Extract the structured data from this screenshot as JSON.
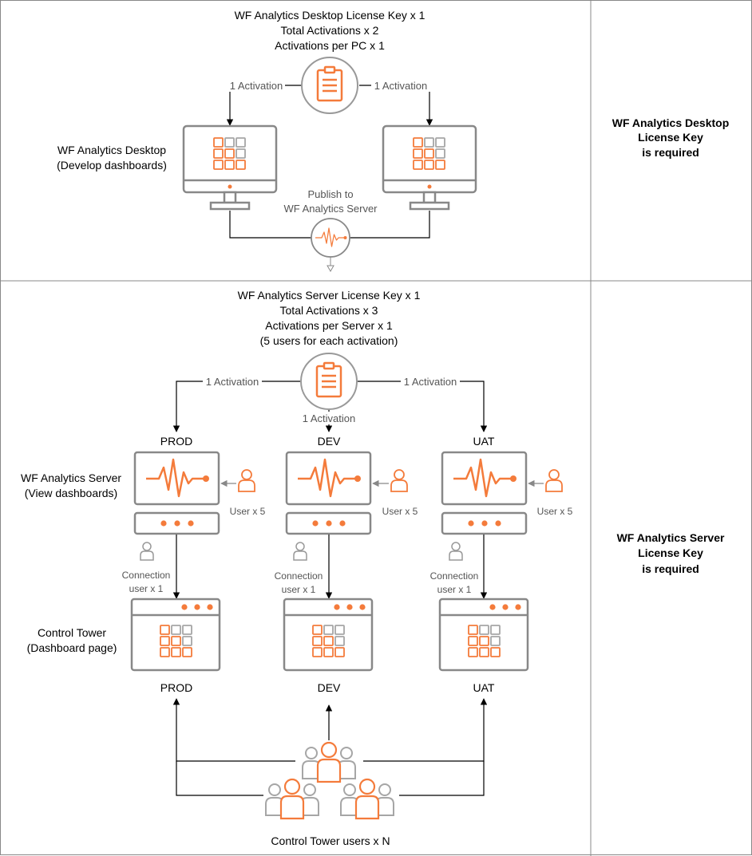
{
  "desktop": {
    "license_line1": "WF Analytics Desktop License Key x 1",
    "license_line2": "Total Activations x 2",
    "license_line3": "Activations per PC x 1",
    "activation_left": "1 Activation",
    "activation_right": "1 Activation",
    "app_line1": "WF Analytics Desktop",
    "app_line2": "(Develop dashboards)",
    "publish_line1": "Publish to",
    "publish_line2": "WF Analytics Server",
    "side_line1": "WF Analytics Desktop",
    "side_line2": "License Key",
    "side_line3": "is required"
  },
  "server": {
    "license_line1": "WF Analytics Server License Key x 1",
    "license_line2": "Total Activations x 3",
    "license_line3": "Activations per Server x 1",
    "license_line4": "(5 users for each activation)",
    "activation_left": "1 Activation",
    "activation_center": "1 Activation",
    "activation_right": "1 Activation",
    "app_line1": "WF Analytics Server",
    "app_line2": "(View dashboards)",
    "tower_line1": "Control Tower",
    "tower_line2": "(Dashboard page)",
    "users_label": "Control Tower users x N",
    "side_line1": "WF Analytics Server",
    "side_line2": "License Key",
    "side_line3": "is required",
    "envs": [
      {
        "name": "PROD",
        "user_label": "User x 5",
        "conn_line1": "Connection",
        "conn_line2": "user x 1",
        "bottom_label": "PROD"
      },
      {
        "name": "DEV",
        "user_label": "User x 5",
        "conn_line1": "Connection",
        "conn_line2": "user x 1",
        "bottom_label": "DEV"
      },
      {
        "name": "UAT",
        "user_label": "User x 5",
        "conn_line1": "Connection",
        "conn_line2": "user x 1",
        "bottom_label": "UAT"
      }
    ]
  },
  "colors": {
    "accent": "#F47B3B",
    "gray": "#7A7A7A",
    "light_gray": "#A6A6A6",
    "line": "#000000",
    "border": "#888888"
  },
  "icons": [
    "clipboard-icon",
    "monitor-icon",
    "pulse-icon",
    "server-icon",
    "user-icon",
    "browser-window-icon",
    "user-group-icon"
  ]
}
